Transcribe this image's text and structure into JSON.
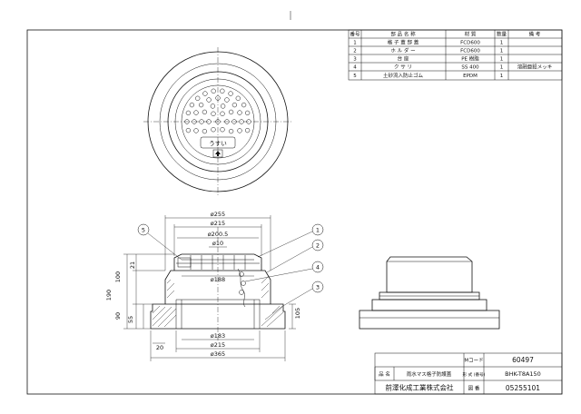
{
  "parts_table": {
    "headers": [
      "番号",
      "部 品 名 称",
      "材 質",
      "数量",
      "備 考"
    ],
    "rows": [
      {
        "no": "1",
        "name": "格 子 蓋 部 蓋",
        "material": "FCD600",
        "qty": "1",
        "note": ""
      },
      {
        "no": "2",
        "name": "ホ ル ダ ー",
        "material": "FCD600",
        "qty": "1",
        "note": ""
      },
      {
        "no": "3",
        "name": "台 座",
        "material": "PE 樹脂",
        "qty": "1",
        "note": ""
      },
      {
        "no": "4",
        "name": "ク サ リ",
        "material": "SS 400",
        "qty": "1",
        "note": "溶融亜鉛メッキ"
      },
      {
        "no": "5",
        "name": "土砂流入防止ゴム",
        "material": "EPDM",
        "qty": "1",
        "note": ""
      }
    ]
  },
  "dimensions": {
    "d255": "ø255",
    "d215_top": "ø215",
    "d200_5": "ø200.5",
    "d10": "ø10",
    "d188": "ø188",
    "d183": "ø183",
    "d215_bottom": "ø215",
    "d365": "ø365",
    "h21": "21",
    "h100": "100",
    "h190": "190",
    "h90": "90",
    "h55": "55",
    "h105": "105",
    "w20": "20"
  },
  "callouts": [
    "1",
    "2",
    "3",
    "4",
    "5"
  ],
  "lid_label": "うすい",
  "title_block": {
    "mcode_label": "Mコード",
    "mcode_value": "60497",
    "name_label": "品 名",
    "name_value": "雨水マス格子防護蓋",
    "model_label": "形 式 (番号)",
    "model_value": "BHK-T8A150",
    "company": "前澤化成工業株式会社",
    "drawing_no_label": "図 番",
    "drawing_no_value": "05255101"
  }
}
